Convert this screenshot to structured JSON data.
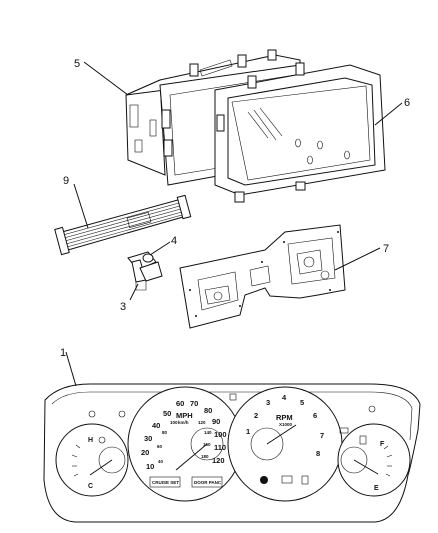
{
  "callouts": {
    "c1": "1",
    "c3": "3",
    "c4": "4",
    "c5": "5",
    "c6": "6",
    "c7": "7",
    "c9": "9"
  },
  "cluster": {
    "speedo": {
      "unit": "MPH",
      "unit_sub": "km/h",
      "mph_ticks": [
        "10",
        "20",
        "30",
        "40",
        "50",
        "60",
        "70",
        "80",
        "90",
        "100",
        "110",
        "120"
      ],
      "kmh_ticks": [
        "40",
        "60",
        "80",
        "100",
        "120",
        "140",
        "160",
        "180"
      ],
      "cruise_label": "CRUISE SET",
      "door_label": "DOOR PANC"
    },
    "tach": {
      "unit": "RPM",
      "unit_sub": "X1000",
      "ticks": [
        "1",
        "2",
        "3",
        "4",
        "5",
        "6",
        "7",
        "8"
      ]
    },
    "temp": {
      "hot": "H",
      "cold": "C"
    },
    "fuel": {
      "full": "F",
      "empty": "E"
    }
  }
}
